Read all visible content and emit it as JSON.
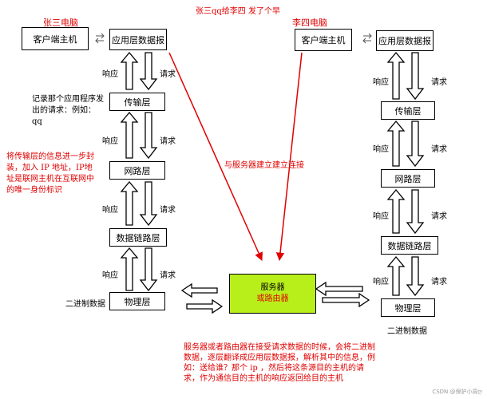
{
  "title": "张三qq给李四 发了个早",
  "left_host": {
    "name": "张三电脑",
    "client": "客户端主机",
    "layers": [
      "应用层数据报",
      "传输层",
      "网路层",
      "数据链路层",
      "物理层"
    ],
    "binary": "二进制数据",
    "response": "响应",
    "request": "请求"
  },
  "right_host": {
    "name": "李四电脑",
    "client": "客户端主机",
    "layers": [
      "应用层数据报",
      "传输层",
      "网路层",
      "数据链路层",
      "物理层"
    ],
    "binary": "二进制数据",
    "response": "响应",
    "request": "请求"
  },
  "notes": {
    "transport": "记录那个应用程序发出的请求：例如：qq",
    "network": "将传输层的信息进一步封装，加入 IP 地址，IP地址是联网主机在互联网中的唯一身份标识",
    "connect": "与服务器建立建立连接",
    "server": "服务器或者路由器在接受请求数据的时候，会将二进制数据，逐层翻译成应用层数据报，解析其中的信息，例如：送给谁？那个 ip ，然后将这条源目的主机的请求，作为通信目的主机的响应返回给目的主机"
  },
  "server": {
    "line1": "服务器",
    "line2": "或路由器"
  },
  "watermark": "CSDN @保护小周ღ",
  "colors": {
    "red": "#e00000",
    "server_fill": "#b8ee1a"
  }
}
